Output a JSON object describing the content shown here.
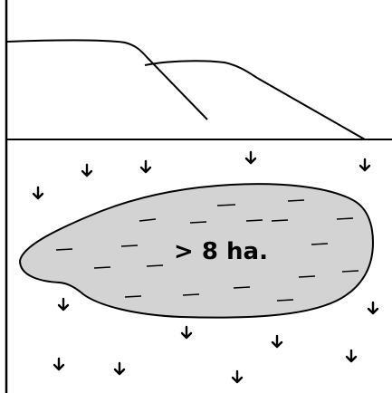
{
  "wetland": {
    "label": "> 8 ha.",
    "fill_color": "#d3d3d3",
    "stroke_color": "#000000",
    "symbol": "open-water-dash"
  },
  "background": {
    "color": "#ffffff",
    "marsh_symbol": "marsh-grass-arrow",
    "slope_symbol": "hill-slope-lines"
  }
}
